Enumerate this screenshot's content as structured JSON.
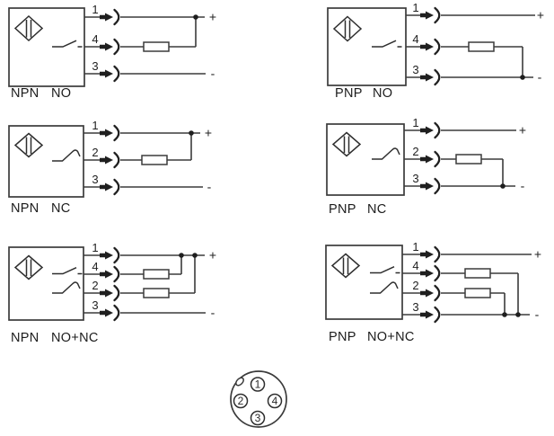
{
  "page": {
    "background": "#ffffff",
    "line_color": "#3b3b3b",
    "ink_color": "#1f1f1f"
  },
  "icons": {
    "sensor": "diamond-sensor-icon",
    "plug": "plug-arrow-socket-icon",
    "no_contact": "normally-open-switch-icon",
    "nc_contact": "normally-closed-switch-icon",
    "load": "resistor-load-icon"
  },
  "diagrams": [
    {
      "type": "NPN",
      "logic": "NO",
      "pins": [
        "1",
        "4",
        "3"
      ],
      "plus": "+",
      "minus": "-"
    },
    {
      "type": "PNP",
      "logic": "NO",
      "pins": [
        "1",
        "4",
        "3"
      ],
      "plus": "+",
      "minus": "-"
    },
    {
      "type": "NPN",
      "logic": "NC",
      "pins": [
        "1",
        "2",
        "3"
      ],
      "plus": "+",
      "minus": "-"
    },
    {
      "type": "PNP",
      "logic": "NC",
      "pins": [
        "1",
        "2",
        "3"
      ],
      "plus": "+",
      "minus": "-"
    },
    {
      "type": "NPN",
      "logic": "NO+NC",
      "pins": [
        "1",
        "4",
        "2",
        "3"
      ],
      "plus": "+",
      "minus": "-"
    },
    {
      "type": "PNP",
      "logic": "NO+NC",
      "pins": [
        "1",
        "4",
        "2",
        "3"
      ],
      "plus": "+",
      "minus": "-"
    }
  ],
  "connector": {
    "pins": [
      "1",
      "2",
      "3",
      "4"
    ]
  }
}
